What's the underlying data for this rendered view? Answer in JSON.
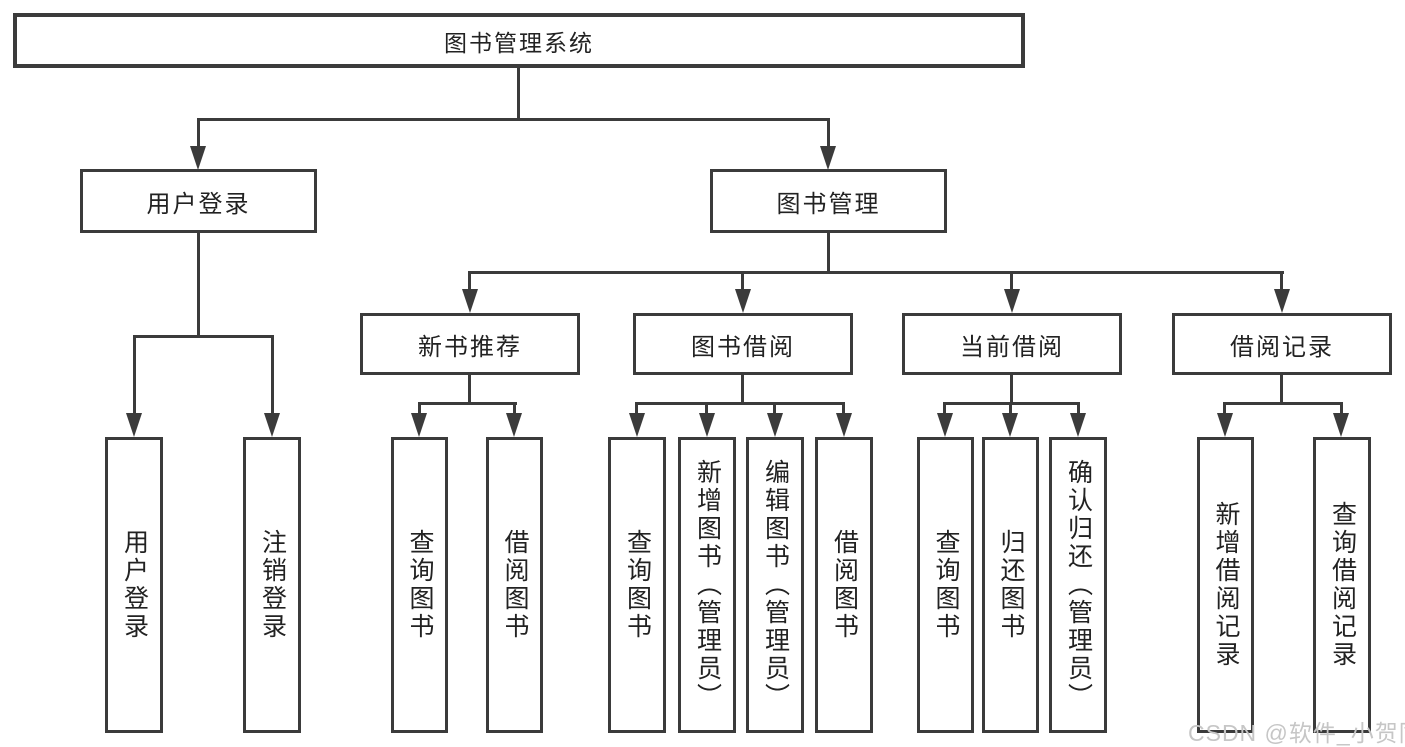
{
  "diagram": {
    "type": "hierarchy-flowchart",
    "tree": {
      "label": "图书管理系统",
      "children": [
        {
          "label": "用户登录",
          "children": [
            {
              "label": "用户登录"
            },
            {
              "label": "注销登录"
            }
          ]
        },
        {
          "label": "图书管理",
          "children": [
            {
              "label": "新书推荐",
              "children": [
                {
                  "label": "查询图书"
                },
                {
                  "label": "借阅图书"
                }
              ]
            },
            {
              "label": "图书借阅",
              "children": [
                {
                  "label": "查询图书"
                },
                {
                  "label": "新增图书（管理员）"
                },
                {
                  "label": "编辑图书（管理员）"
                },
                {
                  "label": "借阅图书"
                }
              ]
            },
            {
              "label": "当前借阅",
              "children": [
                {
                  "label": "查询图书"
                },
                {
                  "label": "归还图书"
                },
                {
                  "label": "确认归还（管理员）"
                }
              ]
            },
            {
              "label": "借阅记录",
              "children": [
                {
                  "label": "新增借阅记录"
                },
                {
                  "label": "查询借阅记录"
                }
              ]
            }
          ]
        }
      ]
    }
  },
  "watermark": {
    "text": "CSDN @软件_小贺同学"
  },
  "colors": {
    "line": "#3b3b3b",
    "text": "#222222",
    "watermark": "#c6c6c6",
    "bg": "#ffffff"
  }
}
